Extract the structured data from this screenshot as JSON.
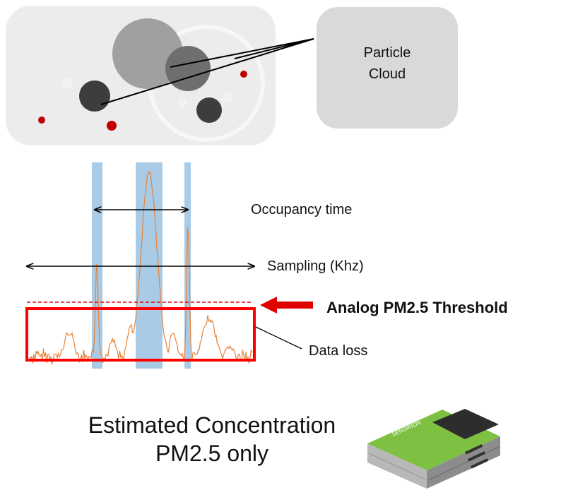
{
  "particle_cloud": {
    "line1": "Particle",
    "line2": "Cloud"
  },
  "labels": {
    "occupancy_time": "Occupancy time",
    "sampling": "Sampling (Khz)",
    "threshold": "Analog PM2.5 Threshold",
    "data_loss": "Data loss"
  },
  "estimate": {
    "line1": "Estimated Concentration",
    "line2": "PM2.5 only"
  },
  "colors": {
    "signal": "#e8823a",
    "occupancy_band": "#a9cbe6",
    "threshold": "#e00000",
    "particle_dark": "#3d3d3d",
    "particle_mid": "#6e6e6e",
    "particle_light": "#9c9c9c",
    "particle_small": "#c00000",
    "panel": "#ececec",
    "callout": "#d9d9d9",
    "sensor_body": "#7ec142"
  },
  "icons": {
    "sensor": "particulate-sensor-module"
  }
}
